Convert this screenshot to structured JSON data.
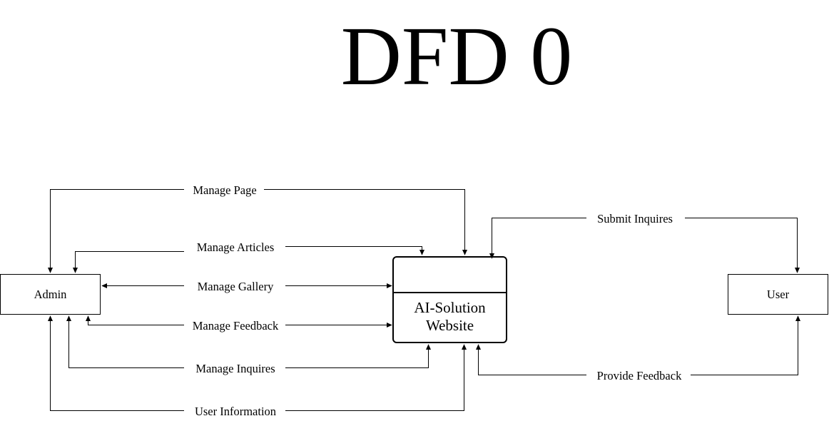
{
  "title": "DFD 0",
  "entities": {
    "admin": "Admin",
    "user": "User"
  },
  "process": {
    "line1": "AI-Solution",
    "line2": "Website"
  },
  "flows": {
    "manage_page": "Manage Page",
    "manage_articles": "Manage Articles",
    "manage_gallery": "Manage Gallery",
    "manage_feedback": "Manage Feedback",
    "manage_inquires": "Manage Inquires",
    "user_information": "User Information",
    "submit_inquires": "Submit Inquires",
    "provide_feedback": "Provide Feedback"
  }
}
